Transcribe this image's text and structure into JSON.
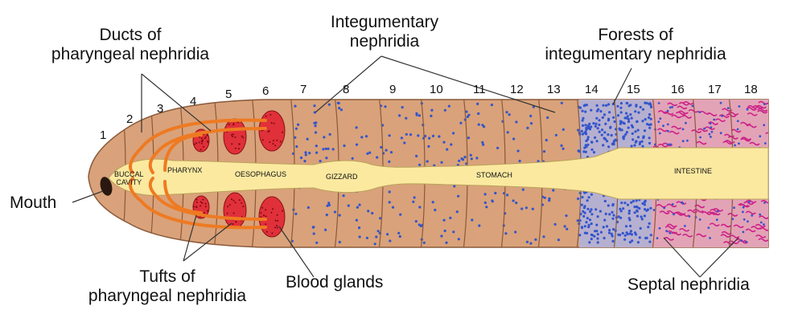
{
  "labels": {
    "ducts": [
      "Ducts of",
      "pharyngeal nephridia"
    ],
    "integumentary": [
      "Integumentary",
      "nephridia"
    ],
    "forests": [
      "Forests of",
      "integumentary nephridia"
    ],
    "mouth": "Mouth",
    "tufts": [
      "Tufts of",
      "pharyngeal nephridia"
    ],
    "blood_glands": "Blood glands",
    "septal": "Septal nephridia"
  },
  "regions": {
    "buccal": [
      "BUCCAL",
      "CAVITY"
    ],
    "pharynx": "PHARYNX",
    "oesophagus": "OESOPHAGUS",
    "gizzard": "GIZZARD",
    "stomach": "STOMACH",
    "intestine": "INTESTINE"
  },
  "segments": [
    "1",
    "2",
    "3",
    "4",
    "5",
    "6",
    "7",
    "8",
    "9",
    "10",
    "11",
    "12",
    "13",
    "14",
    "15",
    "16",
    "17",
    "18"
  ],
  "colors": {
    "body": "#d9a27a",
    "body_stroke": "#8a5a3a",
    "gut": "#fbe9a0",
    "nephridia_dot": "#3355cc",
    "septal": "#cc2288",
    "gland": "#e0303a",
    "duct": "#ee7a22"
  }
}
